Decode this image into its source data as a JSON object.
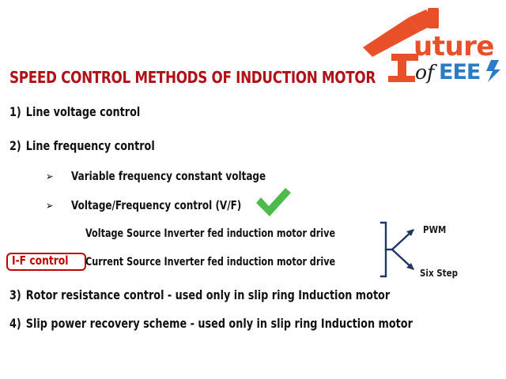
{
  "slide": {
    "title": "SPEED CONTROL METHODS OF INDUCTION MOTOR",
    "title_color": "#b01116",
    "background_color": "#ffffff"
  },
  "logo": {
    "name": "future-of-eee-logo",
    "word_future": "uture",
    "word_of": "of",
    "word_eee": "EEE",
    "orange": "#e8502a",
    "blue_dark": "#1f6fb5",
    "blue_light": "#7fb6e0",
    "icon": "telescope-icon"
  },
  "items": [
    {
      "number": "1)",
      "text": "Line voltage control"
    },
    {
      "number": "2)",
      "text": "Line frequency control"
    }
  ],
  "subitems": [
    {
      "bullet": "➢",
      "text": "Variable frequency constant voltage"
    },
    {
      "bullet": "➢",
      "text": "Voltage/Frequency control (V/F)"
    }
  ],
  "check_mark": {
    "name": "green-check-icon",
    "color": "#4cbb4c"
  },
  "inverter_lines": [
    {
      "text": "Voltage Source Inverter fed induction motor drive"
    },
    {
      "text": "Current Source Inverter fed induction motor drive"
    }
  ],
  "if_control": {
    "label": "I-F control",
    "color": "#c00000"
  },
  "branch_labels": [
    {
      "text": "PWM"
    },
    {
      "text": "Six Step"
    }
  ],
  "branch_color": "#1f3864",
  "items_tail": [
    {
      "number": "3)",
      "text": "Rotor resistance control - used only in slip ring Induction motor"
    },
    {
      "number": "4)",
      "text": "Slip power recovery scheme - used only in slip ring Induction motor"
    }
  ]
}
